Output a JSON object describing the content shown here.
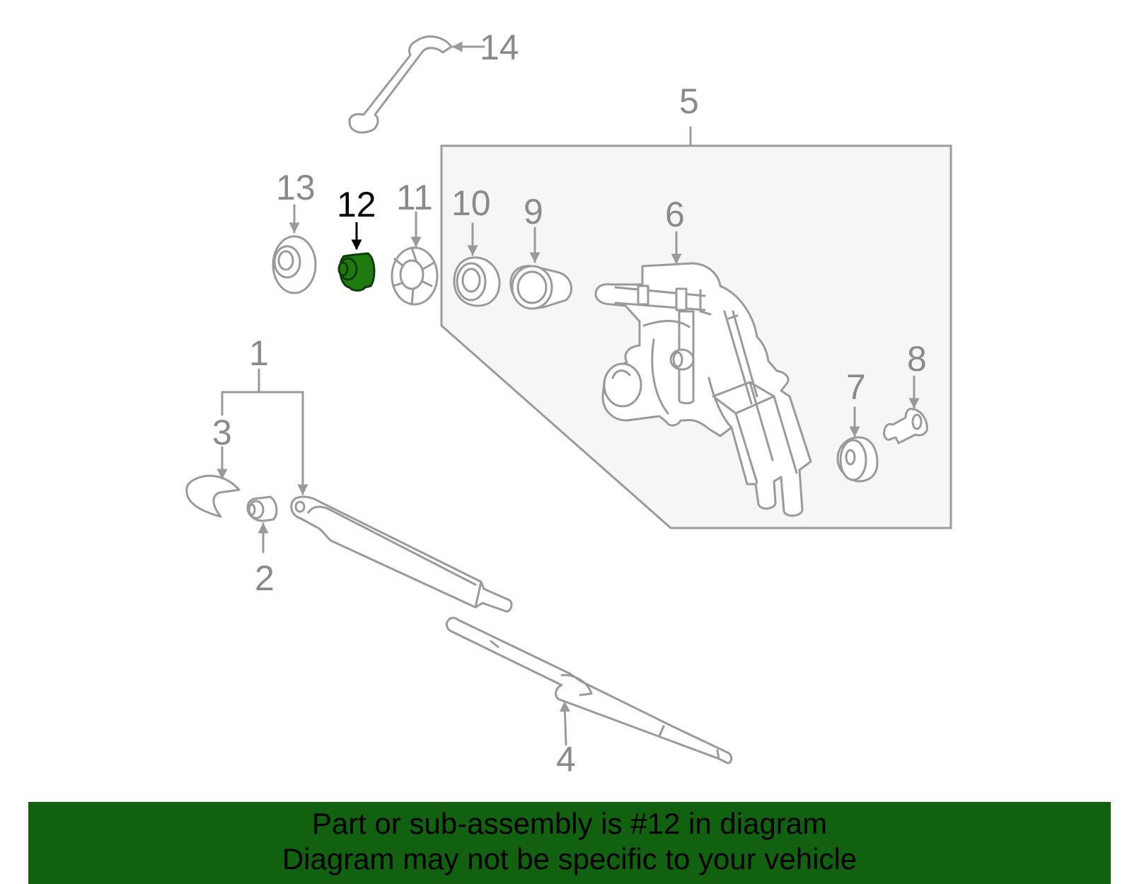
{
  "diagram": {
    "highlight_color": "#1f7a10",
    "line_color": "#9a9a9a",
    "callouts": {
      "c1": "1",
      "c2": "2",
      "c3": "3",
      "c4": "4",
      "c5": "5",
      "c6": "6",
      "c7": "7",
      "c8": "8",
      "c9": "9",
      "c10": "10",
      "c11": "11",
      "c12": "12",
      "c13": "13",
      "c14": "14"
    },
    "highlighted_part": "12"
  },
  "banner": {
    "line1": "Part or sub-assembly is #12 in diagram",
    "line2": "Diagram may not be specific to your vehicle",
    "background": "#116111"
  }
}
